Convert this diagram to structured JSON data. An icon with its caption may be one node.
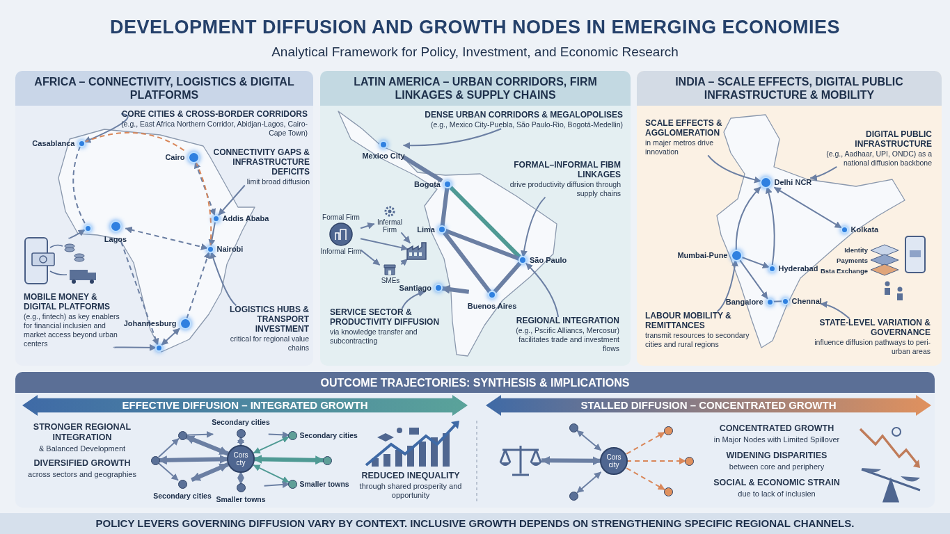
{
  "diagram": {
    "title": "DEVELOPMENT DIFFUSION AND GROWTH NODES IN EMERGING ECONOMIES",
    "caption": "POLICY LEVERS GOVERNING DIFFUSION VARY BY CONTEXT. INCLUSIVE GROWTH DEPENDS ON STRENGTHENING SPECIFIC REGIONAL CHANNELS.",
    "nodes": [
      {
        "text": [
          "AFRICA – CONNECTIVITY, LOGISTICS & DIGITAL PLATFORMS"
        ]
      },
      {
        "text": [
          "Casablanca"
        ],
        "in": 0
      },
      {
        "text": [
          "Cairo"
        ],
        "in": 0
      },
      {
        "text": [
          "Addis Ababa"
        ],
        "in": 0
      },
      {
        "text": [],
        "shape": "circle",
        "in": 0
      },
      {
        "text": [
          "Lagos"
        ],
        "in": 0
      },
      {
        "text": [
          "Nairobi"
        ],
        "in": 0
      },
      {
        "text": [
          "Johannesburg"
        ],
        "in": 0
      },
      {
        "text": [],
        "shape": "circle",
        "in": 0
      },
      {
        "text": [
          "CORE CITIES & CROSS-BORDER CORRIDORS",
          "(e.g., East Africa Northern Corridor, Abidjan-Lagos, Cairo-Cape Town)"
        ],
        "in": 0
      },
      {
        "text": [
          "CONNECTIVITY GAPS & INFRASTRUCTURE DEFICITS",
          "limit broad diffusion"
        ],
        "in": 0
      },
      {
        "text": [],
        "shape": "picture",
        "in": 0
      },
      {
        "text": [
          "MOBILE MONEY & DIGITAL PLATFORMS",
          "(e.g., fintech) as key enablers for financial inclusien and market access beyond urban centers"
        ],
        "in": 0
      },
      {
        "text": [
          "LOGISTICS HUBS & TRANSPORT INVESTMENT",
          "critical for regional value chains"
        ],
        "in": 0
      },
      {
        "text": [
          "LATIN AMERICA – URBAN CORRIDORS, FIRM LINKAGES & SUPPLY CHAINS"
        ]
      },
      {
        "text": [
          "Mexico City"
        ],
        "in": 14
      },
      {
        "text": [
          "Bogotá"
        ],
        "in": 14
      },
      {
        "text": [
          "Lima"
        ],
        "in": 14
      },
      {
        "text": [
          "São Paulo"
        ],
        "in": 14
      },
      {
        "text": [
          "Santiago"
        ],
        "in": 14
      },
      {
        "text": [
          "Buenos Aires"
        ],
        "in": 14
      },
      {
        "text": [
          "DENSE URBAN CORRIDORS & MEGALOPOLISES",
          "(e.g., Mexico City-Puebla, São Paulo-Rio, Bogotá-Medellin)"
        ],
        "in": 14
      },
      {
        "text": [
          "FORMAL–INFORMAL FIBM LINKAGES",
          "drive productivity diffusion through supply chains"
        ],
        "in": 14
      },
      {
        "text": [
          "Formal Firm",
          "Informal Firm"
        ],
        "in": 14
      },
      {
        "text": [
          "Infermal Firm"
        ],
        "in": 14
      },
      {
        "text": [],
        "shape": "picture",
        "in": 14
      },
      {
        "text": [
          "SMEs"
        ],
        "in": 14
      },
      {
        "text": [
          "SERVICE SECTOR & PRODUCTIVITY DIFFUSION",
          "via knowledge transfer and subcontracting"
        ],
        "in": 14
      },
      {
        "text": [
          "REGIONAL INTEGRATION",
          "(e.g., Pscific Alliancs, Mercosur) facilitates trade and investment flows"
        ],
        "in": 14
      },
      {
        "text": [
          "INDIA – SCALE EFFECTS, DIGITAL PUBLIC INFRASTRUCTURE & MOBILITY"
        ]
      },
      {
        "text": [
          "SCALE EFFECTS & AGGLOMERATION",
          "in majer metros drive innovation"
        ],
        "in": 29
      },
      {
        "text": [
          "DIGITAL PUBLIC INFRASTRUCTURE",
          "(e.g., Aadhaar, UPI, ONDC) as a national diffusion backbone"
        ],
        "in": 29
      },
      {
        "text": [
          "Delhi NCR"
        ],
        "in": 29
      },
      {
        "text": [
          "Kolkata"
        ],
        "in": 29
      },
      {
        "text": [
          "Mumbai-Pune"
        ],
        "in": 29
      },
      {
        "text": [
          "Hyderabad"
        ],
        "in": 29
      },
      {
        "text": [
          "Bangalore"
        ],
        "in": 29
      },
      {
        "text": [
          "Chennal"
        ],
        "in": 29
      },
      {
        "text": [
          "LABOUR MOBILITY & REMITTANCES",
          "transmit resources to secondary cities and rural regions"
        ],
        "in": 29
      },
      {
        "text": [
          "STATE-LEVEL VARIATION & GOVERNANCE",
          "influence diffusion pathways to peri-urban areas"
        ],
        "in": 29
      },
      {
        "text": [
          "OUTCOME TRAJECTORIES: SYNTHESIS & IMPLICATIONS"
        ]
      },
      {
        "text": [
          "EFFECTIVE DIFFUSION – INTEGRATED GROWTH"
        ],
        "in": 40
      },
      {
        "text": [
          "STALLED DIFFUSION – CONCENTRATED GROWTH"
        ],
        "in": 40
      },
      {
        "text": [
          "Cors cty"
        ],
        "in": 40
      },
      {
        "text": [],
        "shape": "circle",
        "in": 40
      },
      {
        "text": [
          "Secondary cities"
        ],
        "in": 40
      },
      {
        "text": [
          "Secondary cities"
        ],
        "in": 40
      },
      {
        "text": [],
        "shape": "circle",
        "in": 40
      },
      {
        "text": [],
        "shape": "circle",
        "in": 40
      },
      {
        "text": [
          "Secondary cities"
        ],
        "in": 40
      },
      {
        "text": [
          "Smaller towns"
        ],
        "in": 40
      },
      {
        "text": [
          "Smaller towns"
        ],
        "in": 40
      },
      {
        "text": [],
        "shape": "picture",
        "in": 40
      },
      {
        "text": [],
        "shape": "circle",
        "in": 40
      },
      {
        "text": [
          "Cors city"
        ],
        "in": 40
      },
      {
        "text": [],
        "shape": "circle",
        "in": 40
      },
      {
        "text": [],
        "shape": "circle",
        "in": 40
      },
      {
        "text": [],
        "shape": "circle",
        "in": 40
      },
      {
        "text": [],
        "shape": "circle",
        "in": 40
      }
    ],
    "edges": [
      {
        "from": 9,
        "to": 1,
        "arrow": "to"
      },
      {
        "from": 1,
        "to": 2,
        "arrow": "none",
        "style": "dashed",
        "color": "#d9875a"
      },
      {
        "from": 1,
        "to": 4,
        "arrow": "none",
        "style": "dashed"
      },
      {
        "from": 2,
        "to": 3,
        "arrow": "both",
        "style": "dashed"
      },
      {
        "from": 3,
        "to": 6,
        "arrow": "to"
      },
      {
        "from": 6,
        "to": 5,
        "arrow": "both",
        "style": "dashed"
      },
      {
        "from": 7,
        "to": 6,
        "arrow": "to",
        "style": "dashed"
      },
      {
        "from": 8,
        "to": 7,
        "arrow": "both"
      },
      {
        "from": 5,
        "to": 8,
        "arrow": "to",
        "style": "dashed"
      },
      {
        "from": 2,
        "to": 6,
        "arrow": "none",
        "style": "dashed",
        "color": "#d9875a"
      },
      {
        "from": 10,
        "to": 3,
        "arrow": "to"
      },
      {
        "from": 11,
        "to": 4,
        "arrow": "to"
      },
      {
        "from": 12,
        "to": 8,
        "arrow": "to"
      },
      {
        "from": 13,
        "to": 6,
        "arrow": "to"
      },
      {
        "from": 21,
        "to": 15,
        "arrow": "to"
      },
      {
        "from": 15,
        "to": 16,
        "arrow": "none",
        "style": "thick"
      },
      {
        "from": 16,
        "to": 17,
        "arrow": "none",
        "style": "thick"
      },
      {
        "from": 16,
        "to": 18,
        "arrow": "none",
        "style": "thick",
        "color": "#4f9a94"
      },
      {
        "from": 17,
        "to": 18,
        "arrow": "none",
        "style": "thick"
      },
      {
        "from": 17,
        "to": 20,
        "arrow": "none",
        "style": "thick"
      },
      {
        "from": 18,
        "to": 20,
        "arrow": "none",
        "style": "thick"
      },
      {
        "from": 20,
        "to": 19,
        "arrow": "to",
        "style": "thick"
      },
      {
        "from": 22,
        "to": 18,
        "arrow": "to"
      },
      {
        "from": 23,
        "to": 24,
        "arrow": "to"
      },
      {
        "from": 23,
        "to": 25,
        "arrow": "to"
      },
      {
        "from": 23,
        "to": 26,
        "arrow": "to"
      },
      {
        "from": 24,
        "to": 25,
        "arrow": "to"
      },
      {
        "from": 26,
        "to": 25,
        "arrow": "to"
      },
      {
        "from": 27,
        "to": 19,
        "arrow": "to"
      },
      {
        "from": 28,
        "to": 18,
        "arrow": "to"
      },
      {
        "from": 30,
        "to": 32,
        "arrow": "to"
      },
      {
        "from": 31,
        "to": 32,
        "arrow": "to"
      },
      {
        "from": 34,
        "to": 32,
        "arrow": "to"
      },
      {
        "from": 33,
        "to": 32,
        "arrow": "both"
      },
      {
        "from": 35,
        "to": 32,
        "arrow": "to"
      },
      {
        "from": 34,
        "to": 35,
        "arrow": "to"
      },
      {
        "from": 34,
        "to": 36,
        "arrow": "to"
      },
      {
        "from": 36,
        "to": 37,
        "arrow": "none"
      },
      {
        "from": 38,
        "to": 34,
        "arrow": "to"
      },
      {
        "from": 39,
        "to": 37,
        "arrow": "to"
      },
      {
        "from": 43,
        "to": 44,
        "arrow": "both",
        "style": "thick"
      },
      {
        "from": 43,
        "to": 45,
        "arrow": "both"
      },
      {
        "from": 43,
        "to": 46,
        "arrow": "both",
        "color": "#4f9a94"
      },
      {
        "from": 43,
        "to": 47,
        "arrow": "both",
        "style": "thick"
      },
      {
        "from": 43,
        "to": 48,
        "arrow": "both",
        "style": "thick",
        "color": "#4f9a94"
      },
      {
        "from": 43,
        "to": 49,
        "arrow": "both",
        "style": "thick"
      },
      {
        "from": 43,
        "to": 50,
        "arrow": "both"
      },
      {
        "from": 43,
        "to": 51,
        "arrow": "both",
        "color": "#4f9a94"
      },
      {
        "from": 44,
        "to": 45,
        "arrow": "to"
      },
      {
        "from": 45,
        "to": 46,
        "arrow": "to"
      },
      {
        "from": 47,
        "to": 44,
        "arrow": "to"
      },
      {
        "from": 47,
        "to": 49,
        "arrow": "to"
      },
      {
        "from": 50,
        "to": 51,
        "arrow": "to"
      },
      {
        "from": 54,
        "to": 53,
        "arrow": "both"
      },
      {
        "from": 52,
        "to": 54,
        "arrow": "both",
        "style": "thick"
      },
      {
        "from": 54,
        "to": 55,
        "arrow": "both"
      },
      {
        "from": 54,
        "to": 56,
        "arrow": "to",
        "style": "dashed",
        "color": "#d9875a"
      },
      {
        "from": 54,
        "to": 57,
        "arrow": "to",
        "style": "dashed",
        "color": "#d9875a"
      },
      {
        "from": 54,
        "to": 58,
        "arrow": "to",
        "style": "dashed",
        "color": "#d9875a"
      }
    ],
    "labels": [
      "Analytical Framework for Policy, Investment, and Economic Research",
      "Identity",
      "Payments",
      "Bsta Exchange",
      "STRONGER REGIONAL INTEGRATION",
      "& Balanced Development",
      "DIVERSIFIED GROWTH",
      "across sectors and geographies",
      "REDUCED INEQUALITY",
      "through shared prosperity and opportunity",
      "CONCENTRATED GROWTH",
      "in Major Nodes with Limited Spillover",
      "WIDENING DISPARITIES",
      "between core and periphery",
      "SOCIAL & ECONOMIC STRAIN",
      "due to lack of inclusien"
    ]
  }
}
